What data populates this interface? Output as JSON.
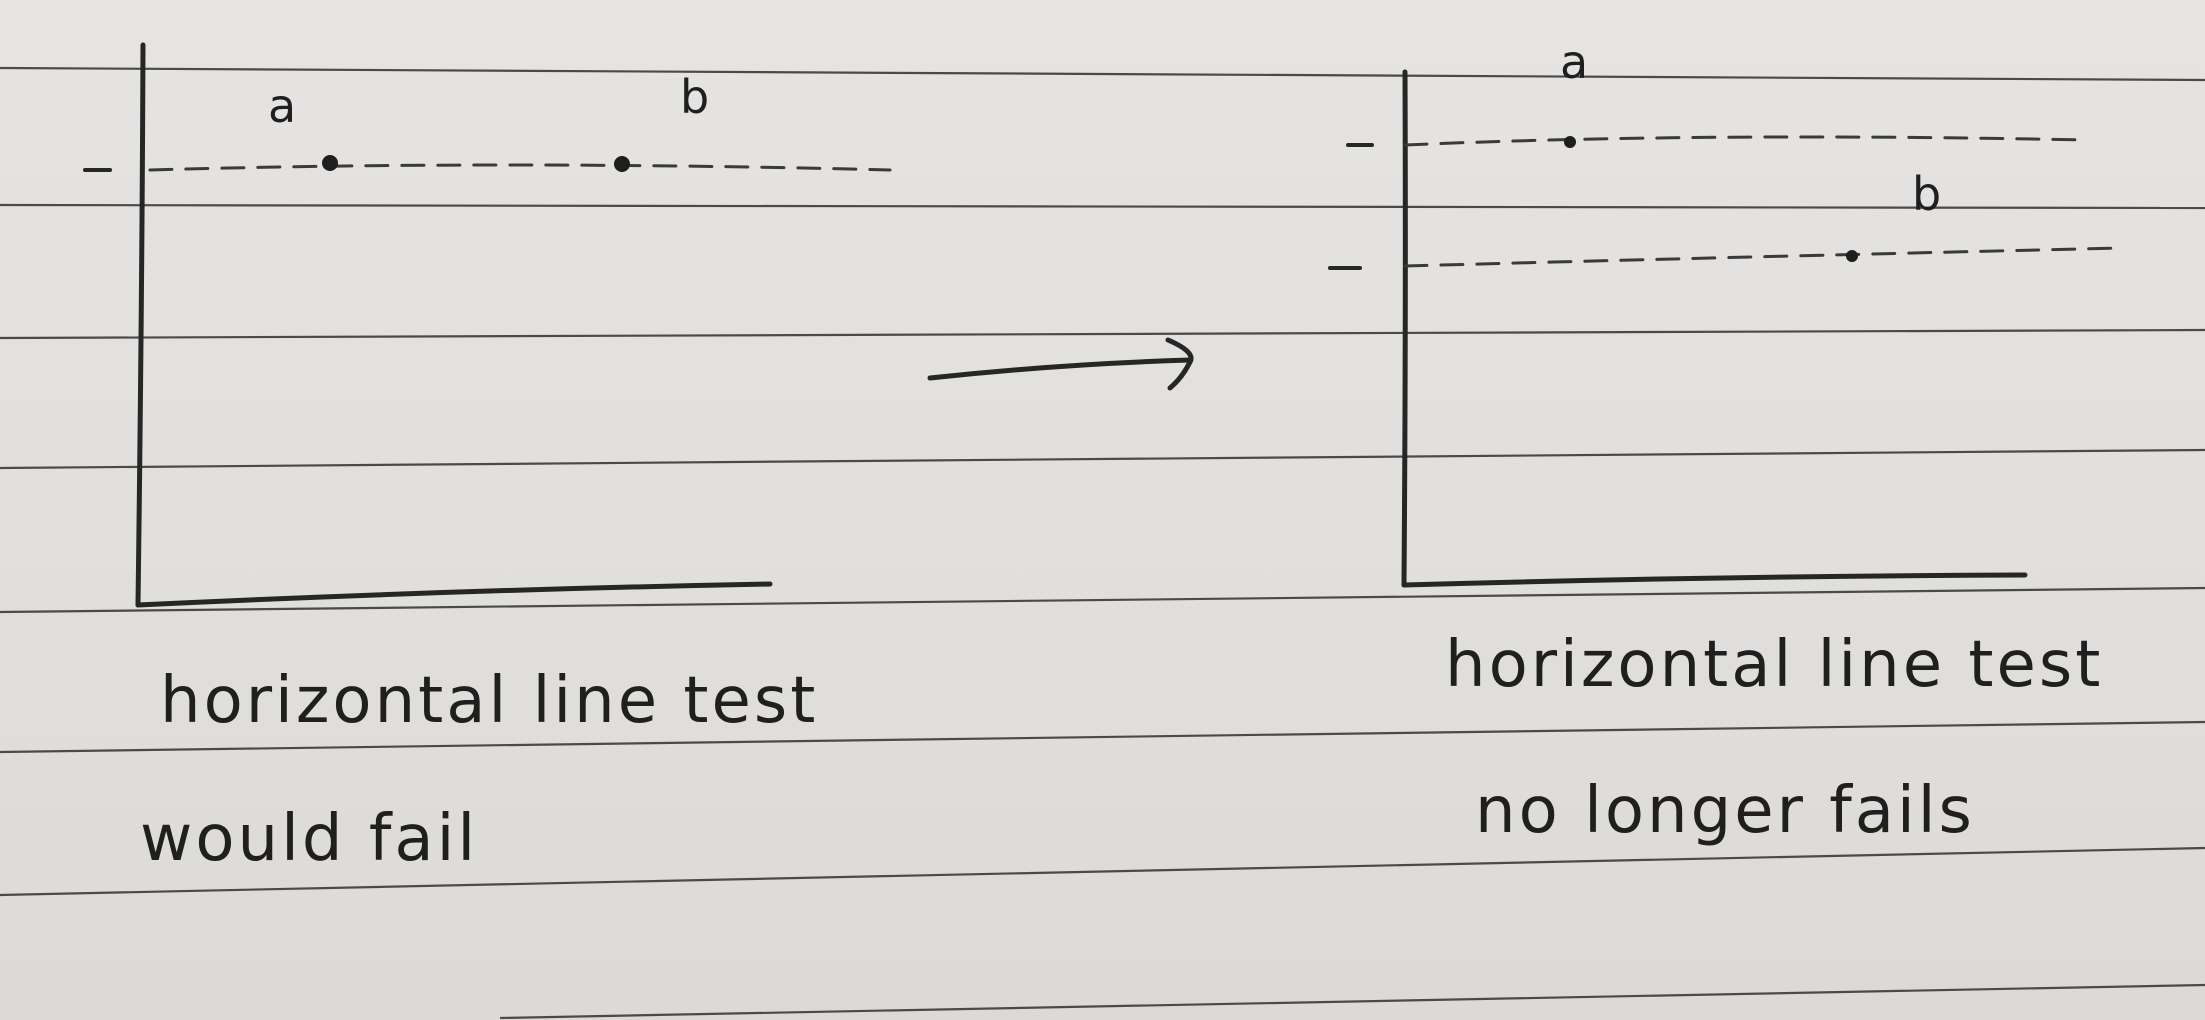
{
  "left_graph": {
    "point_a_label": "a",
    "point_b_label": "b",
    "caption_line1": "horizontal line test",
    "caption_line2": "would fail"
  },
  "right_graph": {
    "point_a_label": "a",
    "point_b_label": "b",
    "caption_line1": "horizontal line test",
    "caption_line2": "no longer fails"
  },
  "colors": {
    "ink": "#262626",
    "paper": "#e3e1df",
    "rule_line": "#4a4a4a"
  }
}
